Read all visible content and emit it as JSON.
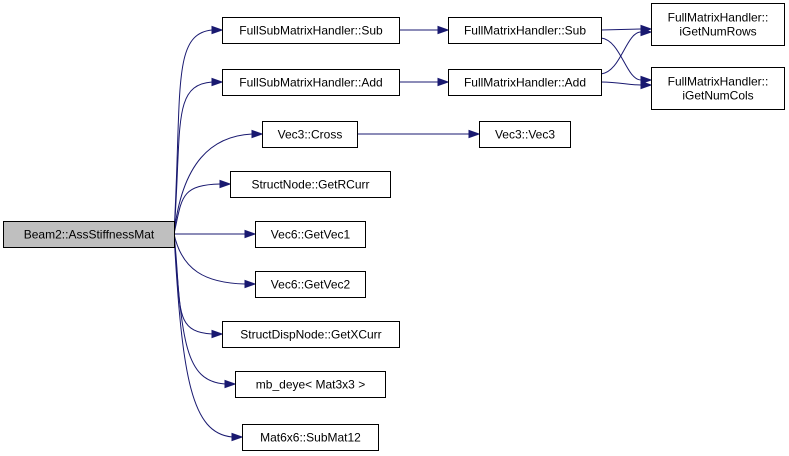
{
  "graph": {
    "nodes": [
      {
        "id": "root",
        "lines": [
          "Beam2::AssStiffnessMat"
        ],
        "root": true
      },
      {
        "id": "fsubsub",
        "lines": [
          "FullSubMatrixHandler::Sub"
        ]
      },
      {
        "id": "fsubadd",
        "lines": [
          "FullSubMatrixHandler::Add"
        ]
      },
      {
        "id": "vcross",
        "lines": [
          "Vec3::Cross"
        ]
      },
      {
        "id": "getrcurr",
        "lines": [
          "StructNode::GetRCurr"
        ]
      },
      {
        "id": "getvec1",
        "lines": [
          "Vec6::GetVec1"
        ]
      },
      {
        "id": "getvec2",
        "lines": [
          "Vec6::GetVec2"
        ]
      },
      {
        "id": "getxcurr",
        "lines": [
          "StructDispNode::GetXCurr"
        ]
      },
      {
        "id": "mbdeye",
        "lines": [
          "mb_deye< Mat3x3 >"
        ]
      },
      {
        "id": "submat12",
        "lines": [
          "Mat6x6::SubMat12"
        ]
      },
      {
        "id": "fmsub",
        "lines": [
          "FullMatrixHandler::Sub"
        ]
      },
      {
        "id": "fmadd",
        "lines": [
          "FullMatrixHandler::Add"
        ]
      },
      {
        "id": "vec3",
        "lines": [
          "Vec3::Vec3"
        ]
      },
      {
        "id": "rows",
        "lines": [
          "FullMatrixHandler::",
          "iGetNumRows"
        ]
      },
      {
        "id": "cols",
        "lines": [
          "FullMatrixHandler::",
          "iGetNumCols"
        ]
      }
    ],
    "edges": [
      [
        "root",
        "fsubsub"
      ],
      [
        "root",
        "fsubadd"
      ],
      [
        "root",
        "vcross"
      ],
      [
        "root",
        "getrcurr"
      ],
      [
        "root",
        "getvec1"
      ],
      [
        "root",
        "getvec2"
      ],
      [
        "root",
        "getxcurr"
      ],
      [
        "root",
        "mbdeye"
      ],
      [
        "root",
        "submat12"
      ],
      [
        "fsubsub",
        "fmsub"
      ],
      [
        "fsubadd",
        "fmadd"
      ],
      [
        "vcross",
        "vec3"
      ],
      [
        "fmsub",
        "rows"
      ],
      [
        "fmsub",
        "cols"
      ],
      [
        "fmadd",
        "rows"
      ],
      [
        "fmadd",
        "cols"
      ]
    ]
  }
}
